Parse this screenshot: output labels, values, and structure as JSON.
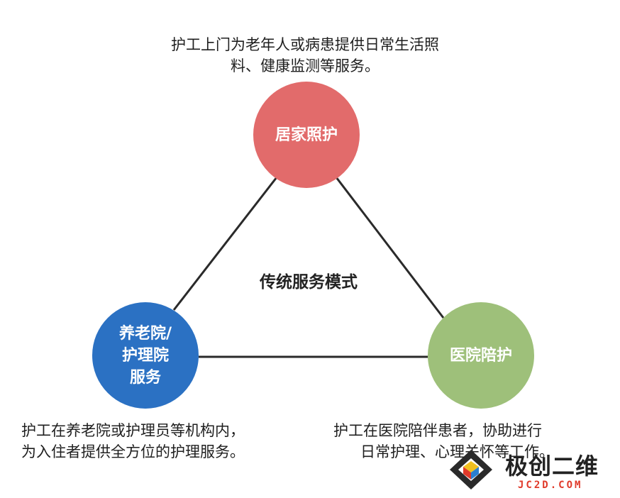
{
  "top_caption": {
    "line1": "护工上门为老年人或病患提供日常生活照",
    "line2": "料、健康监测等服务。"
  },
  "nodes": {
    "home": {
      "label": "居家照护",
      "color": "#e26b6b"
    },
    "nursing": {
      "line1": "养老院/",
      "line2": "护理院",
      "line3": "服务",
      "color": "#2b71c3"
    },
    "hospital": {
      "label": "医院陪护",
      "color": "#9ec07a"
    }
  },
  "center_title": "传统服务模式",
  "left_caption": {
    "line1": "护工在养老院或护理员等机构内，",
    "line2": "为入住者提供全方位的护理服务。"
  },
  "right_caption": {
    "line1": "护工在医院陪伴患者，协助进行",
    "line2": "日常护理、心理关怀等工作。"
  },
  "watermark": {
    "name": "极创二维",
    "url": "JC2D.COM"
  }
}
